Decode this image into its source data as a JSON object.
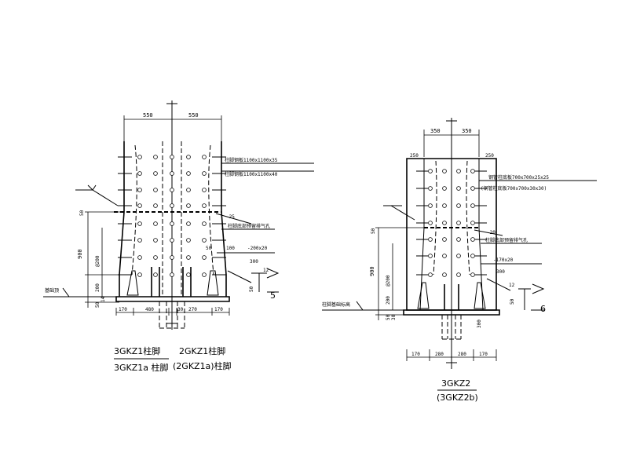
{
  "left": {
    "dims_top": [
      "550",
      "550"
    ],
    "dims_bottom": [
      "170",
      "480",
      "30",
      "270",
      "170"
    ],
    "dims_left": [
      "50",
      "900",
      "@200",
      "200",
      "50",
      "14"
    ],
    "notes": [
      "柱脚钢板1100x1100x35",
      "柱脚钢板1100x1100x40",
      "-25",
      "柱脚底部预留排气孔",
      "-200x20",
      "300",
      "100",
      "50",
      "12",
      "50"
    ],
    "ground_label": "基础顶",
    "section_mark": "5",
    "caption1_a": "3GKZ1柱脚",
    "caption1_b": "3GKZ1a 柱脚",
    "caption2_a": "2GKZ1柱脚",
    "caption2_b": "(2GKZ1a)柱脚"
  },
  "right": {
    "dims_top": [
      "350",
      "350"
    ],
    "dims_top2": [
      "250",
      "250"
    ],
    "dims_bottom": [
      "170",
      "280",
      "280",
      "170"
    ],
    "dims_left": [
      "50",
      "900",
      "@200",
      "200",
      "50",
      "30"
    ],
    "notes": [
      "钢管柱底板700x700x25x25",
      "(钢管柱底板700x700x30x30)",
      "-20",
      "柱脚底部预留排气孔",
      "-170x20",
      "300",
      "12",
      "50",
      "300"
    ],
    "ground_label": "柱脚基础标高",
    "section_mark": "6",
    "caption_a": "3GKZ2",
    "caption_b": "(3GKZ2b)"
  }
}
